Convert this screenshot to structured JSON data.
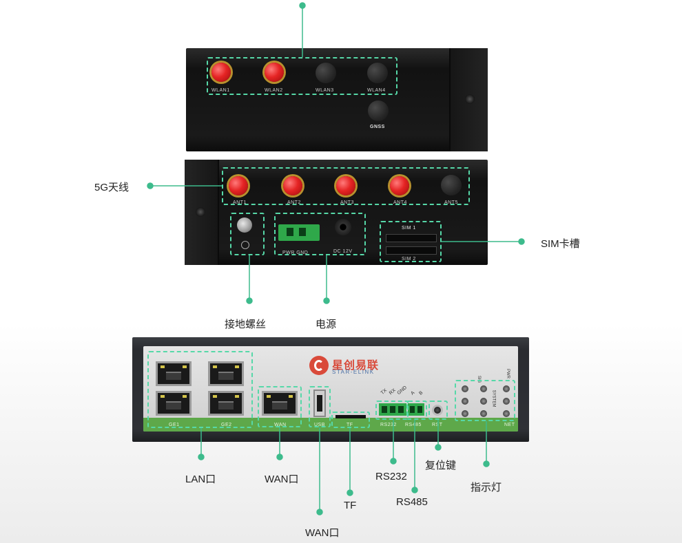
{
  "callouts": {
    "antenna_5g": "5G天线",
    "sim_slot": "SIM卡槽",
    "ground_screw": "接地螺丝",
    "power": "电源",
    "lan": "LAN口",
    "wan": "WAN口",
    "usb": "WAN口",
    "tf": "TF",
    "rs232": "RS232",
    "rs485": "RS485",
    "reset": "复位键",
    "indicator": "指示灯"
  },
  "top_device": {
    "ports": [
      "WLAN1",
      "WLAN2",
      "WLAN3",
      "WLAN4"
    ],
    "gnss": "GNSS"
  },
  "middle_device": {
    "antennas": [
      "ANT1",
      "ANT2",
      "ANT3",
      "ANT4",
      "ANT5"
    ],
    "power_label": "PWR GND",
    "dc_label": "DC 12V",
    "sim1": "SIM 1",
    "sim2": "SIM 2"
  },
  "front_panel": {
    "brand_cn": "星创易联",
    "brand_en": "STAR-ELINK",
    "port_labels": {
      "ge1": "GE1",
      "ge2": "GE2",
      "wan": "WAN",
      "usb": "USB",
      "tf": "TF",
      "rs232": "RS232",
      "rs485": "RS485",
      "rst": "RST",
      "net": "NET"
    },
    "serial_pins": [
      "TX",
      "RX",
      "GND",
      "A",
      "B"
    ],
    "led_labels": [
      "SIG",
      "SYSTEM",
      "PWR"
    ]
  },
  "colors": {
    "accent": "#3dbb8c",
    "dashed_outline": "#56d8a8",
    "antenna_red": "#e52424",
    "device_body": "#1b1b1b",
    "panel_face": "#dcdcdc",
    "panel_green_strip": "#5ea84a"
  }
}
